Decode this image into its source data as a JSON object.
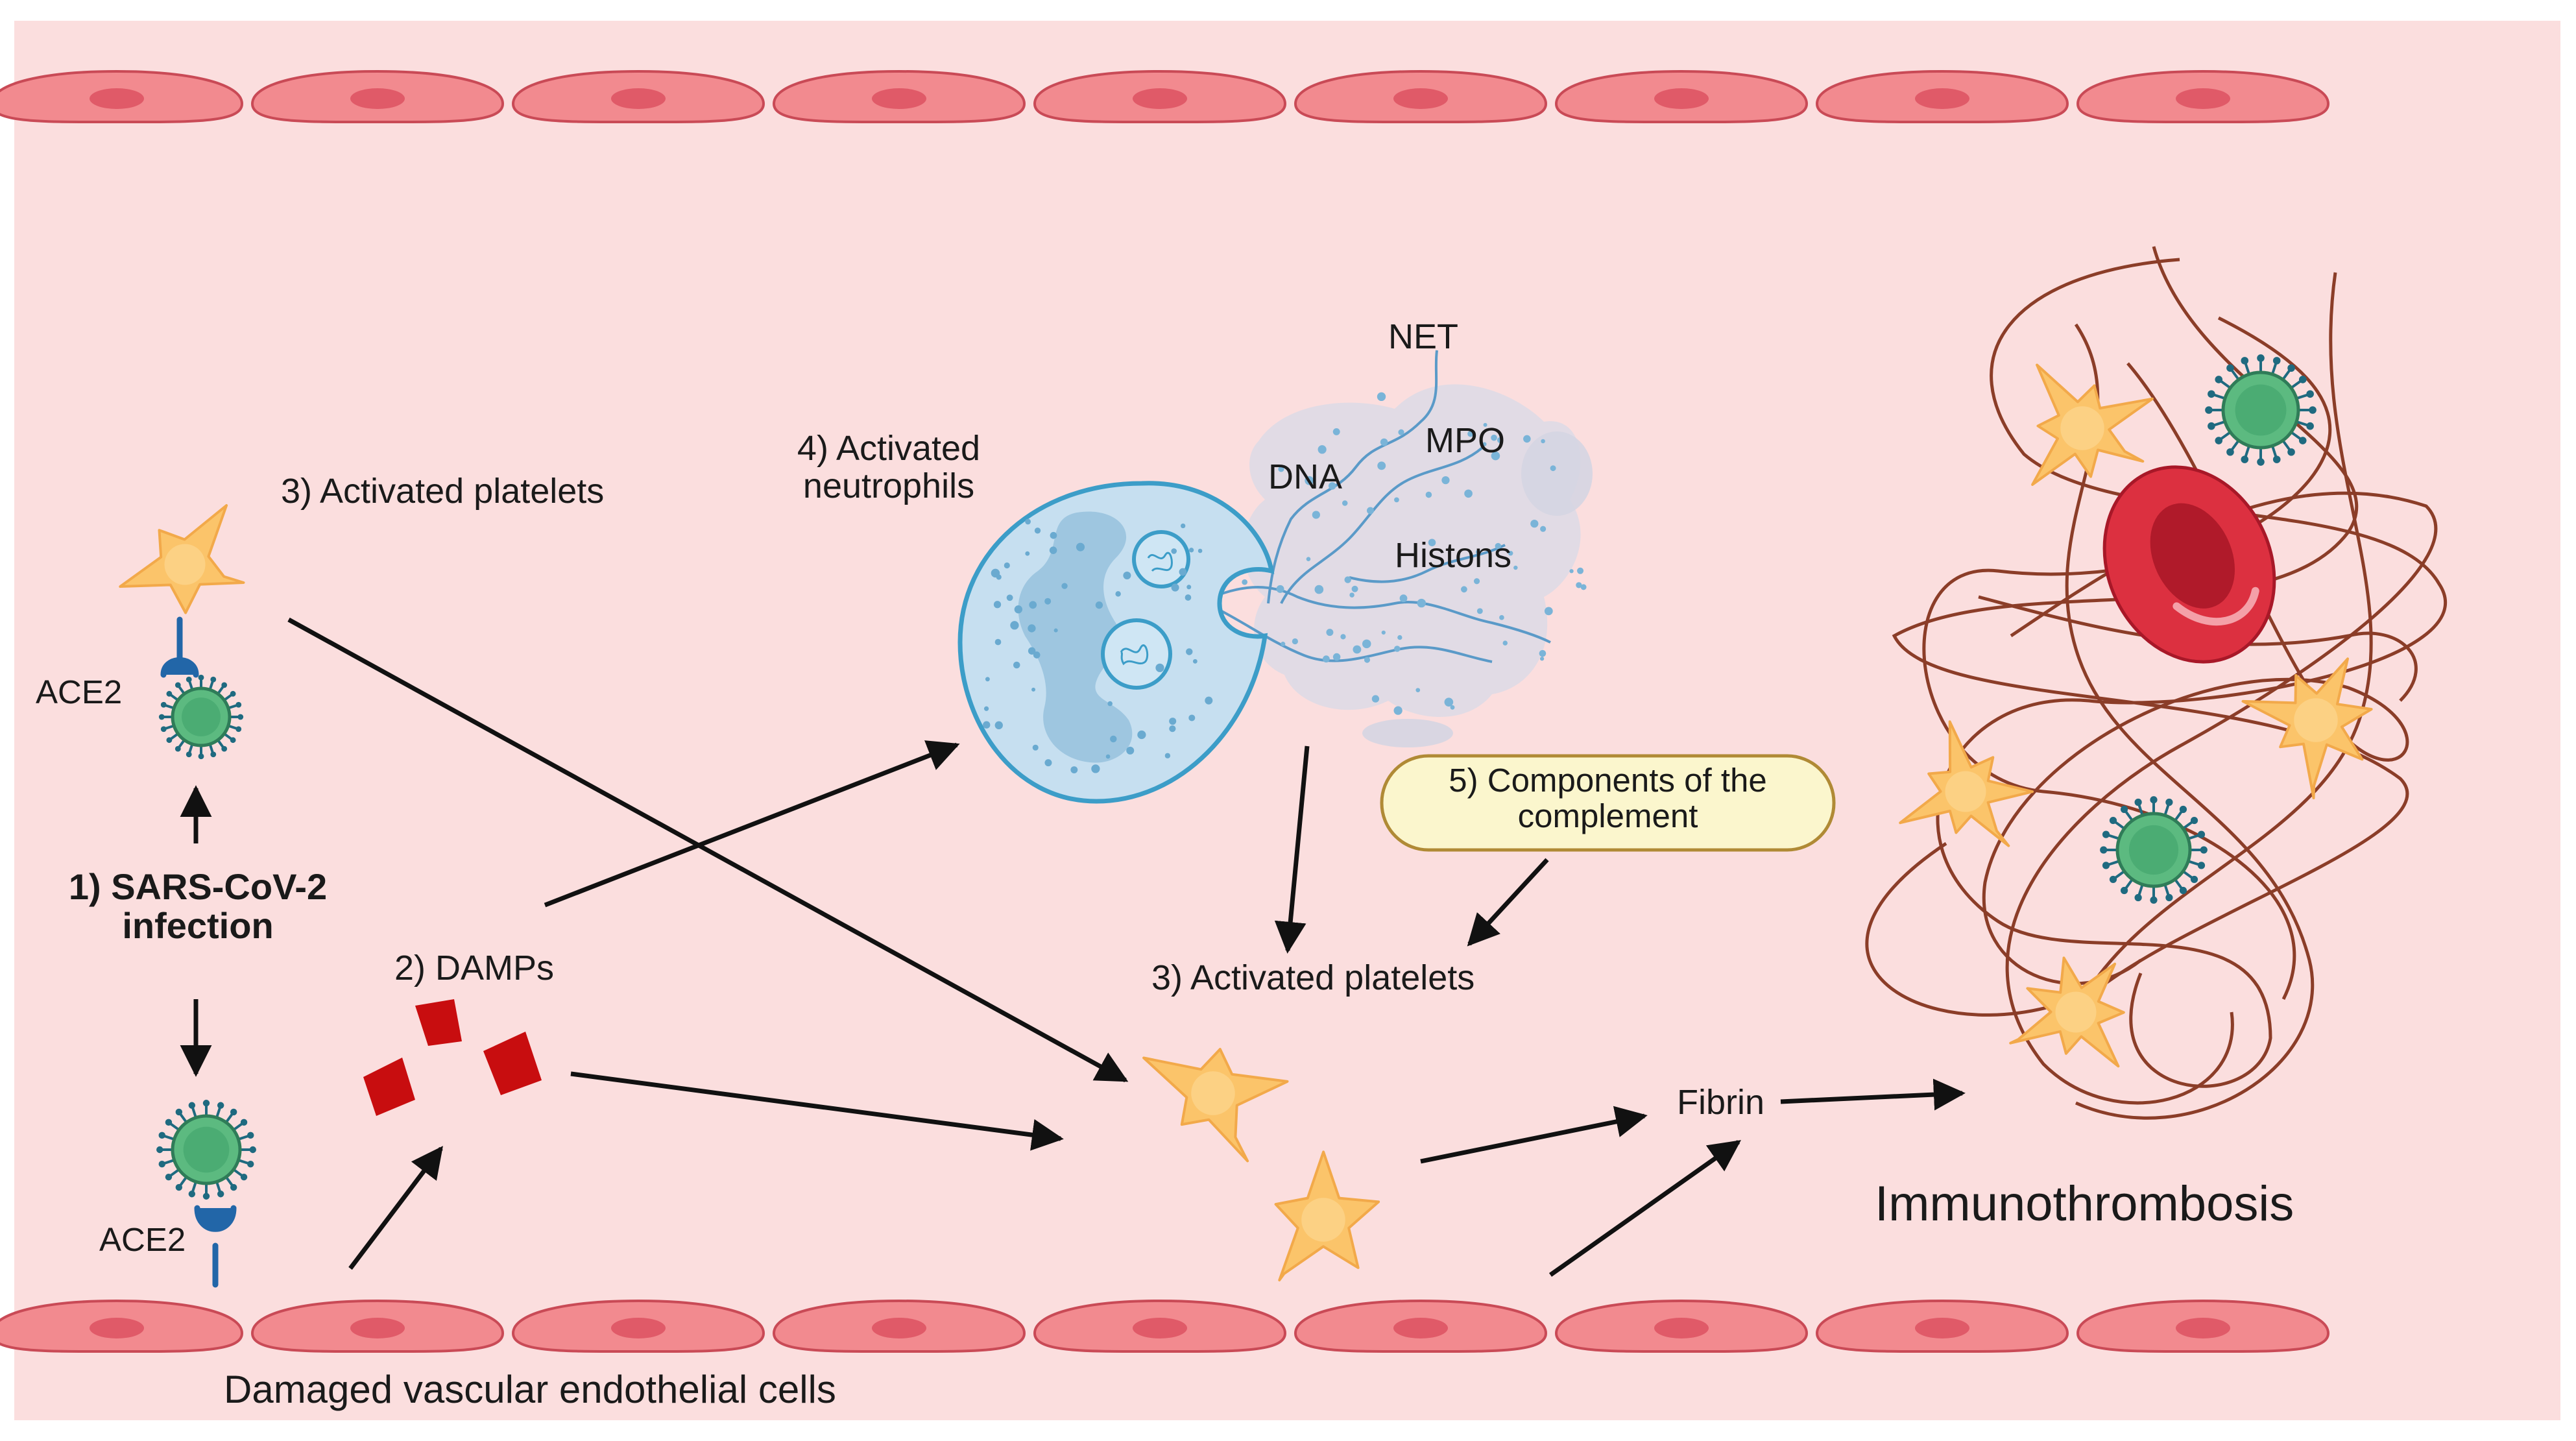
{
  "labels": {
    "sars": "1) SARS-CoV-2\ninfection",
    "damps": "2) DAMPs",
    "platelets_top": "3) Activated platelets",
    "platelets_mid": "3) Activated platelets",
    "neutrophils": "4) Activated\nneutrophils",
    "complement": "5) Components of the\ncomplement",
    "ace2_top": "ACE2",
    "ace2_bottom": "ACE2",
    "net": "NET",
    "dna": "DNA",
    "mpo": "MPO",
    "histons": "Histons",
    "fibrin": "Fibrin",
    "immunothrombosis": "Immunothrombosis",
    "endothelial": "Damaged vascular endothelial cells"
  },
  "icons": [
    "endothelial-cell-icon",
    "platelet-icon",
    "virus-icon",
    "ace2-receptor-icon",
    "damp-icon",
    "neutrophil-icon",
    "net-icon",
    "red-blood-cell-icon",
    "fibrin-clot-icon",
    "arrow-icon"
  ],
  "colors": {
    "background": "#fbdede",
    "endothelial": "#f28a8f",
    "platelet": "#fbc46a",
    "virus": "#3fa36a",
    "receptor": "#2266a8",
    "damp": "#c80d0f",
    "neutrophil": "#c6dff0",
    "rbc": "#dc3040",
    "fibrin": "#8b3d28",
    "complement_box": "#fbf6cd"
  }
}
